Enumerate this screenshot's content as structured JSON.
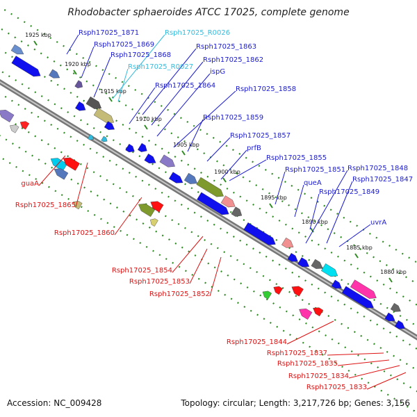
{
  "title": "Rhodobacter sphaeroides ATCC 17025, complete genome",
  "footer": {
    "accession": "Accession: NC_009428",
    "summary": "Topology: circular; Length: 3,217,726 bp; Genes: 3,156"
  },
  "colors": {
    "backbone": "#808080",
    "tick": "#2e8b22",
    "forward_label": "#1a1ad0",
    "rna_label": "#33bbdd",
    "reverse_label": "#dd1111"
  },
  "ticks": [
    "1925 kbp",
    "1920 kbp",
    "1915 kbp",
    "1910 kbp",
    "1905 kbp",
    "1900 kbp",
    "1895 kbp",
    "1890 kbp",
    "1885 kbp",
    "1880 kbp"
  ],
  "forward_labels": [
    "Rsph17025_1871",
    "Rsph17025_1869",
    "Rsph17025_1868",
    "Rsph17025_1863",
    "Rsph17025_1862",
    "ispG",
    "Rsph17025_1864",
    "Rsph17025_1858",
    "Rsph17025_1859",
    "Rsph17025_1857",
    "prfB",
    "Rsph17025_1855",
    "Rsph17025_1851",
    "Rsph17025_1848",
    "Rsph17025_1847",
    "queA",
    "Rsph17025_1849",
    "uvrA"
  ],
  "rna_labels": [
    "Rsph17025_R0026",
    "Rsph17025_R0027"
  ],
  "reverse_labels": [
    "guaA",
    "Rsph17025_1865",
    "Rsph17025_1860",
    "Rsph17025_1854",
    "Rsph17025_1853",
    "Rsph17025_1852",
    "Rsph17025_1844",
    "Rsph17025_1837",
    "Rsph17025_1835",
    "Rsph17025_1834",
    "Rsph17025_1833"
  ]
}
